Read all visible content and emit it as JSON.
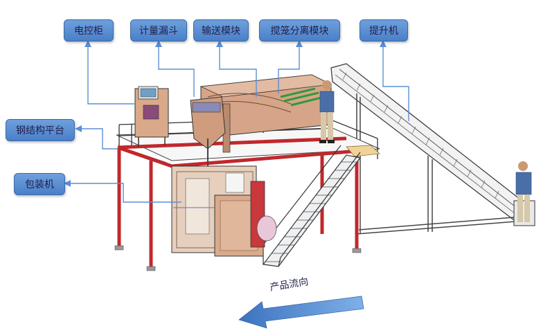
{
  "labels": {
    "electric_cabinet": "电控柜",
    "metering_hopper": "计量漏斗",
    "conveying_module": "输送模块",
    "stirring_cage_separation_module": "搅笼分离模块",
    "elevator": "提升机",
    "steel_structure_platform": "钢结构平台",
    "packaging_machine": "包装机"
  },
  "flow_direction": "产品流向",
  "colors": {
    "label_fill": "#5a8fd4",
    "callout_line": "#5b8ed6",
    "platform_red": "#c0282c",
    "machine_tan": "#d9a98a",
    "flow_arrow": "#4a7fc8"
  }
}
